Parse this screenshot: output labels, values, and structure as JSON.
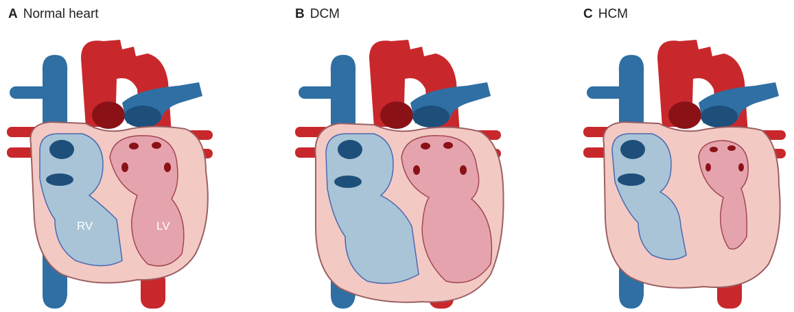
{
  "panels": [
    {
      "letter": "A",
      "title": "Normal heart",
      "labels": {
        "rv": "RV",
        "lv": "LV"
      }
    },
    {
      "letter": "B",
      "title": "DCM"
    },
    {
      "letter": "C",
      "title": "HCM"
    }
  ],
  "colors": {
    "vein": "#2f6fa3",
    "vein_dark": "#1d4f7a",
    "artery": "#c8282c",
    "artery_dark": "#8a1216",
    "myocardium": "#f3c9c4",
    "myocardium_edge": "#9c5f62",
    "right_chamber": "#a9c4d6",
    "right_chamber_edge": "#4a68b0",
    "left_chamber": "#e5a3ae",
    "left_chamber_edge": "#a0464f"
  }
}
